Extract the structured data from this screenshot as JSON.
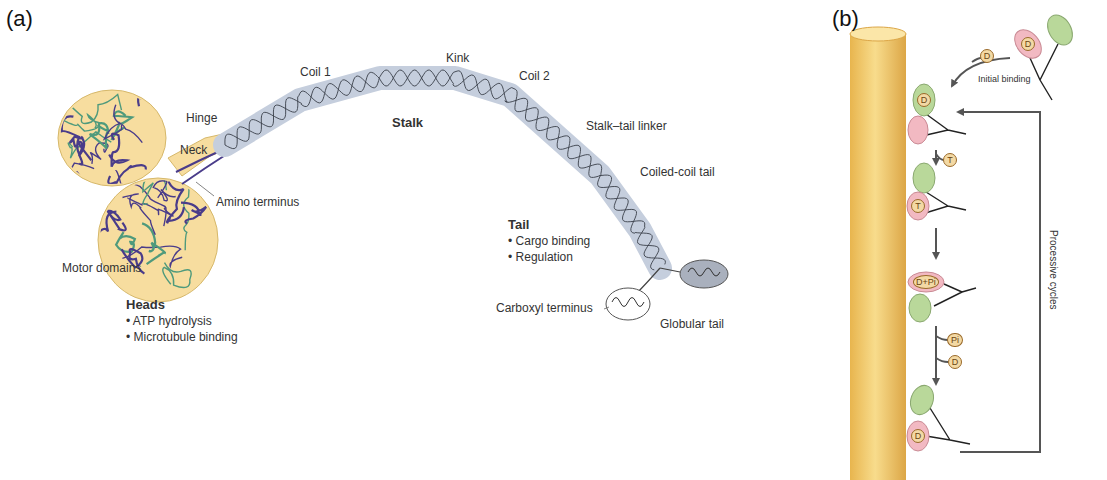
{
  "diagram": {
    "nodes": [
      {
        "text": [
          "D"
        ]
      },
      {
        "text": [
          "D"
        ]
      },
      {
        "text": [
          "D"
        ]
      },
      {
        "text": [
          "T"
        ]
      },
      {
        "text": [
          "T"
        ]
      },
      {
        "text": [
          "D+Pi"
        ]
      },
      {
        "text": [
          "Pi"
        ]
      },
      {
        "text": [
          "D"
        ]
      },
      {
        "text": [
          "D"
        ]
      }
    ],
    "labels": [
      "(a)",
      "Coil 1",
      "Kink",
      "Coil 2",
      "Hinge",
      "Neck",
      "Stalk",
      "Stalk–tail linker",
      "Coiled-coil tail",
      "Amino terminus",
      "Motor domains",
      "Heads",
      "• ATP hydrolysis",
      "• Microtubule binding",
      "Tail",
      "• Cargo binding",
      "• Regulation",
      "Carboxyl terminus",
      "Globular tail",
      "(b)",
      "Initial binding",
      "Processive cycles"
    ]
  }
}
